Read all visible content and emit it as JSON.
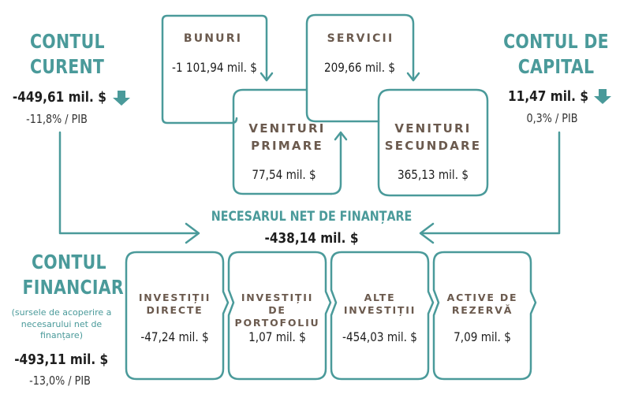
{
  "current_account": {
    "title_line1": "CONTUL",
    "title_line2": "CURENT",
    "amount": "-449,61 mil. $",
    "gdp_share": "-11,8% / PIB",
    "items": {
      "goods": {
        "label": "BUNURI",
        "value": "-1 101,94 mil. $"
      },
      "services": {
        "label": "SERVICII",
        "value": "209,66 mil. $"
      },
      "primary_income": {
        "label_line1": "VENITURI",
        "label_line2": "PRIMARE",
        "value": "77,54 mil. $"
      },
      "secondary_income": {
        "label_line1": "VENITURI",
        "label_line2": "SECUNDARE",
        "value": "365,13 mil. $"
      }
    }
  },
  "capital_account": {
    "title_line1": "CONTUL DE",
    "title_line2": "CAPITAL",
    "amount": "11,47 mil. $",
    "gdp_share": "0,3% / PIB"
  },
  "net_financing": {
    "title": "NECESARUL NET DE FINANȚARE",
    "amount": "-438,14 mil. $"
  },
  "financial_account": {
    "title_line1": "CONTUL",
    "title_line2": "FINANCIAR",
    "note_line1": "(sursele de acoperire a",
    "note_line2": "necesarului net de",
    "note_line3": "finanțare)",
    "amount": "-493,11 mil. $",
    "gdp_share": "-13,0% / PIB",
    "items": [
      {
        "label_line1": "INVESTIȚII",
        "label_line2": "DIRECTE",
        "value": "-47,24 mil. $"
      },
      {
        "label_line1": "INVESTIȚII DE",
        "label_line2": "PORTOFOLIU",
        "value": "1,07 mil. $"
      },
      {
        "label_line1": "ALTE",
        "label_line2": "INVESTIȚII",
        "value": "-454,03 mil. $"
      },
      {
        "label_line1": "ACTIVE DE",
        "label_line2": "REZERVĂ",
        "value": "7,09 mil. $"
      }
    ]
  },
  "colors": {
    "accent": "#4a9a9a",
    "label": "#6b5a4e"
  }
}
